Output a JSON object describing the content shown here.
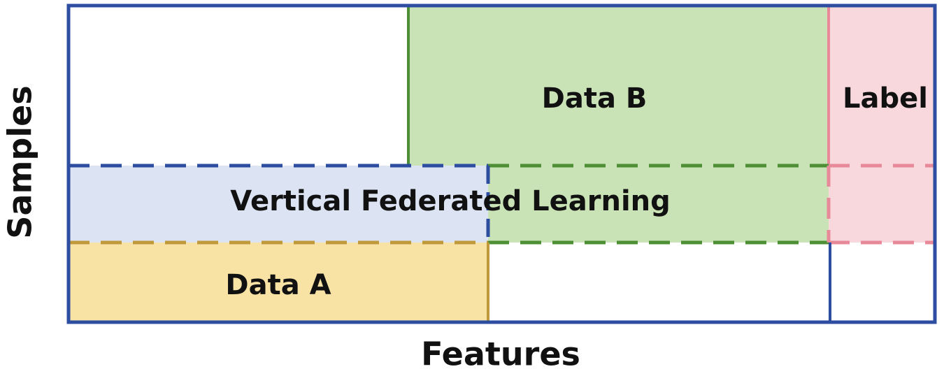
{
  "axes": {
    "y_label": "Samples",
    "x_label": "Features"
  },
  "regions": {
    "data_a": {
      "label": "Data A",
      "fill": "#F8E3A5",
      "border": "#C09A3A"
    },
    "data_b": {
      "label": "Data B",
      "fill": "#C9E2B6",
      "border": "#4E8F35"
    },
    "label": {
      "label": "Label",
      "fill": "#F8D8DD",
      "border": "#E8899A"
    },
    "vfl": {
      "label": "Vertical Federated Learning",
      "fill": "#DCE3F2",
      "border": "#2C4DA0"
    }
  },
  "frame_color": "#2C4DA0"
}
